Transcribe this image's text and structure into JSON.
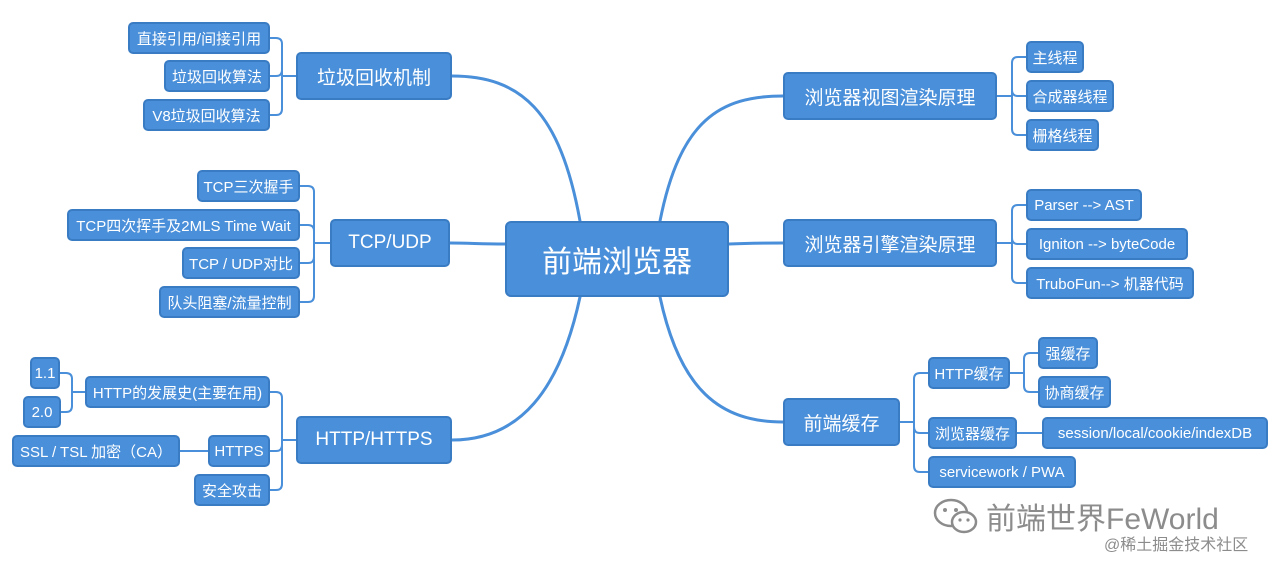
{
  "colors": {
    "node_fill": "#4a8fd9",
    "node_border": "#3a7cc4",
    "link": "#4a8fd9",
    "watermark": "#8c8c8c"
  },
  "mindmap": {
    "root": "前端浏览器",
    "branches": [
      {
        "label": "垃圾回收机制",
        "children": [
          {
            "label": "直接引用/间接引用"
          },
          {
            "label": "垃圾回收算法"
          },
          {
            "label": "V8垃圾回收算法"
          }
        ]
      },
      {
        "label": "TCP/UDP",
        "children": [
          {
            "label": "TCP三次握手"
          },
          {
            "label": "TCP四次挥手及2MLS Time Wait"
          },
          {
            "label": "TCP / UDP对比"
          },
          {
            "label": "队头阻塞/流量控制"
          }
        ]
      },
      {
        "label": "HTTP/HTTPS",
        "children": [
          {
            "label": "HTTP的发展史(主要在用)",
            "children": [
              {
                "label": "1.1"
              },
              {
                "label": "2.0"
              }
            ]
          },
          {
            "label": "HTTPS",
            "children": [
              {
                "label": "SSL / TSL 加密（CA）"
              }
            ]
          },
          {
            "label": "安全攻击"
          }
        ]
      },
      {
        "label": "浏览器视图渲染原理",
        "children": [
          {
            "label": "主线程"
          },
          {
            "label": "合成器线程"
          },
          {
            "label": "栅格线程"
          }
        ]
      },
      {
        "label": "浏览器引擎渲染原理",
        "children": [
          {
            "label": "Parser --> AST"
          },
          {
            "label": "Igniton --> byteCode"
          },
          {
            "label": "TruboFun--> 机器代码"
          }
        ]
      },
      {
        "label": "前端缓存",
        "children": [
          {
            "label": "HTTP缓存",
            "children": [
              {
                "label": "强缓存"
              },
              {
                "label": "协商缓存"
              }
            ]
          },
          {
            "label": "浏览器缓存",
            "children": [
              {
                "label": "session/local/cookie/indexDB"
              }
            ]
          },
          {
            "label": "servicework / PWA"
          }
        ]
      }
    ]
  },
  "watermark": {
    "text": "前端世界FeWorld",
    "icon": "wechat-icon"
  },
  "credit": "@稀土掘金技术社区"
}
